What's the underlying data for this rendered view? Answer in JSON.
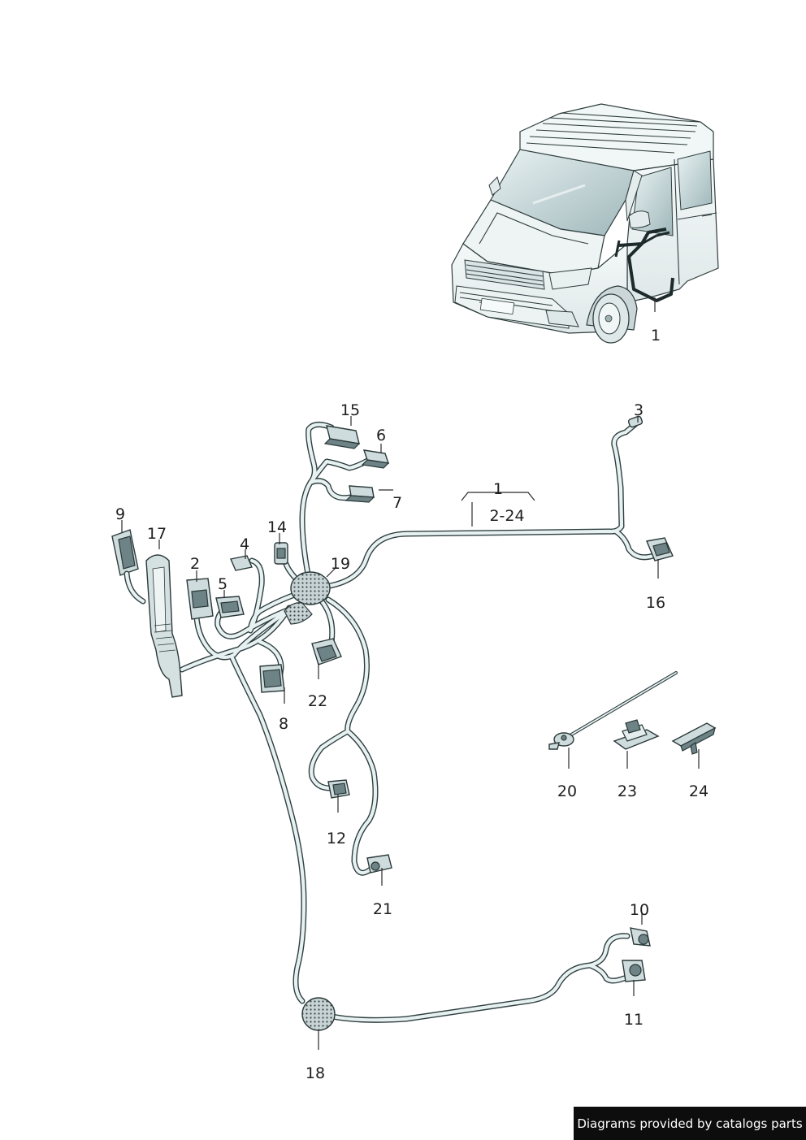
{
  "labels": {
    "l1_van": "1",
    "l1_group": "1",
    "l2_24": "2-24",
    "l2": "2",
    "l3": "3",
    "l4": "4",
    "l5": "5",
    "l6": "6",
    "l7": "7",
    "l8": "8",
    "l9": "9",
    "l10": "10",
    "l11": "11",
    "l12": "12",
    "l14": "14",
    "l15": "15",
    "l16": "16",
    "l17": "17",
    "l18": "18",
    "l19": "19",
    "l20": "20",
    "l21": "21",
    "l22": "22",
    "l23": "23",
    "l24": "24"
  },
  "credit": "Diagrams provided by catalogs parts",
  "colors": {
    "wire_outline": "#2f3f40",
    "wire_fill": "#e7f1f1",
    "connector_fill": "#cfdcde",
    "grommet_fill": "#c3d0d2",
    "credit_bg": "#0d0d0d"
  }
}
